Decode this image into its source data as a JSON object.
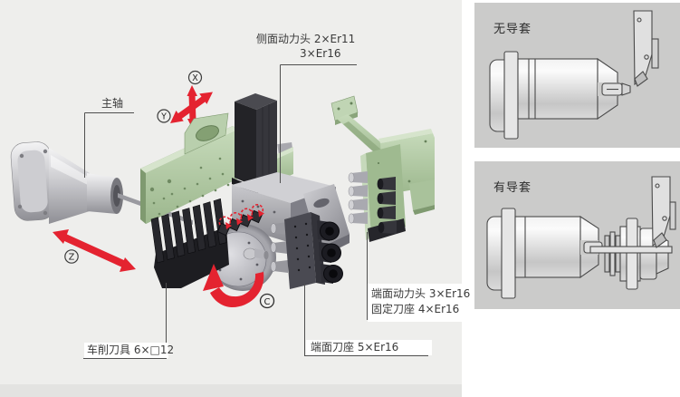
{
  "colors": {
    "background": "#ffffff",
    "main_background": "#eeeeec",
    "main_bottom_strip": "#e3e3e1",
    "panel_background": "#cbcbca",
    "accent_red": "#e42330",
    "green_part": "#aec8a0",
    "label_text": "#3a3a3a"
  },
  "main_diagram": {
    "labels": {
      "spindle": "主轴",
      "side_power_head_line1": "侧面动力头 2×Er11",
      "side_power_head_line2": "3×Er16",
      "turning_tools": "车削刀具 6×□12",
      "end_face_tool_holder": "端面刀座 5×Er16",
      "end_power_head_line1": "端面动力头 3×Er16",
      "end_power_head_line2": "固定刀座 4×Er16"
    },
    "axis_labels": {
      "x": "X",
      "y": "Y",
      "z": "Z",
      "c": "C"
    }
  },
  "side_panels": [
    {
      "title": "无导套"
    },
    {
      "title": "有导套"
    }
  ]
}
